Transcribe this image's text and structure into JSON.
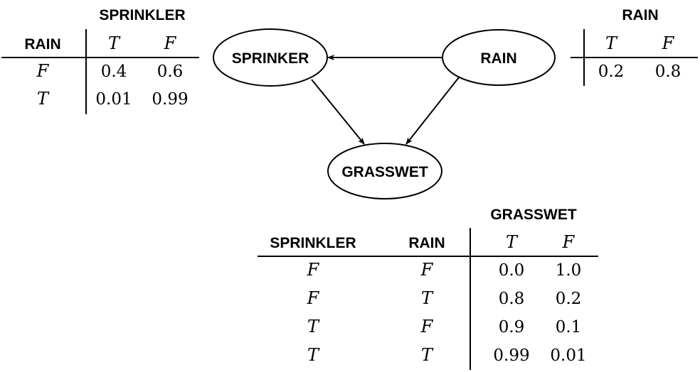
{
  "nodes": {
    "sprinkler": "SPRINKER",
    "rain": "RAIN",
    "grasswet": "GRASSWET"
  },
  "sprinkler_table": {
    "title": "SPRINKLER",
    "parent_header": "RAIN",
    "col_labels": [
      "T",
      "F"
    ],
    "rows": [
      {
        "parent": "F",
        "values": [
          "0.4",
          "0.6"
        ]
      },
      {
        "parent": "T",
        "values": [
          "0.01",
          "0.99"
        ]
      }
    ]
  },
  "rain_table": {
    "title": "RAIN",
    "col_labels": [
      "T",
      "F"
    ],
    "values": [
      "0.2",
      "0.8"
    ]
  },
  "grasswet_table": {
    "title": "GRASSWET",
    "parent_headers": [
      "SPRINKLER",
      "RAIN"
    ],
    "col_labels": [
      "T",
      "F"
    ],
    "rows": [
      {
        "parents": [
          "F",
          "F"
        ],
        "values": [
          "0.0",
          "1.0"
        ]
      },
      {
        "parents": [
          "F",
          "T"
        ],
        "values": [
          "0.8",
          "0.2"
        ]
      },
      {
        "parents": [
          "T",
          "F"
        ],
        "values": [
          "0.9",
          "0.1"
        ]
      },
      {
        "parents": [
          "T",
          "T"
        ],
        "values": [
          "0.99",
          "0.01"
        ]
      }
    ]
  }
}
